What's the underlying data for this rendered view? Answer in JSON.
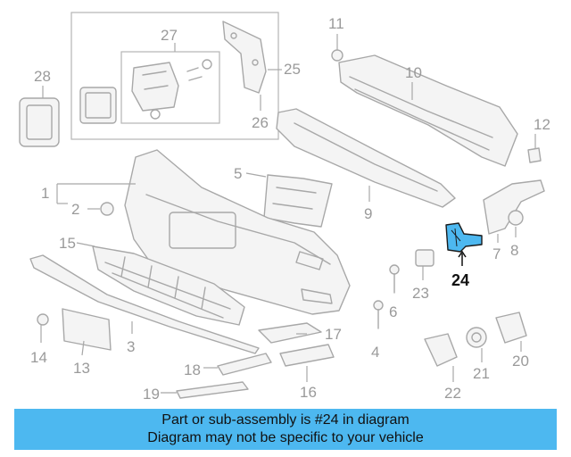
{
  "diagram": {
    "highlight_color": "#4db8f0",
    "highlighted_part": "24",
    "callouts": {
      "p1": "1",
      "p2": "2",
      "p3": "3",
      "p4": "4",
      "p5": "5",
      "p6": "6",
      "p7": "7",
      "p8": "8",
      "p9": "9",
      "p10": "10",
      "p11": "11",
      "p12": "12",
      "p13": "13",
      "p14": "14",
      "p15": "15",
      "p16": "16",
      "p17": "17",
      "p18": "18",
      "p19": "19",
      "p20": "20",
      "p21": "21",
      "p22": "22",
      "p23": "23",
      "p24": "24",
      "p25": "25",
      "p26": "26",
      "p27": "27",
      "p28": "28"
    }
  },
  "banner": {
    "line1": "Part or sub-assembly is #24 in diagram",
    "line2": "Diagram may not be specific to your vehicle"
  }
}
